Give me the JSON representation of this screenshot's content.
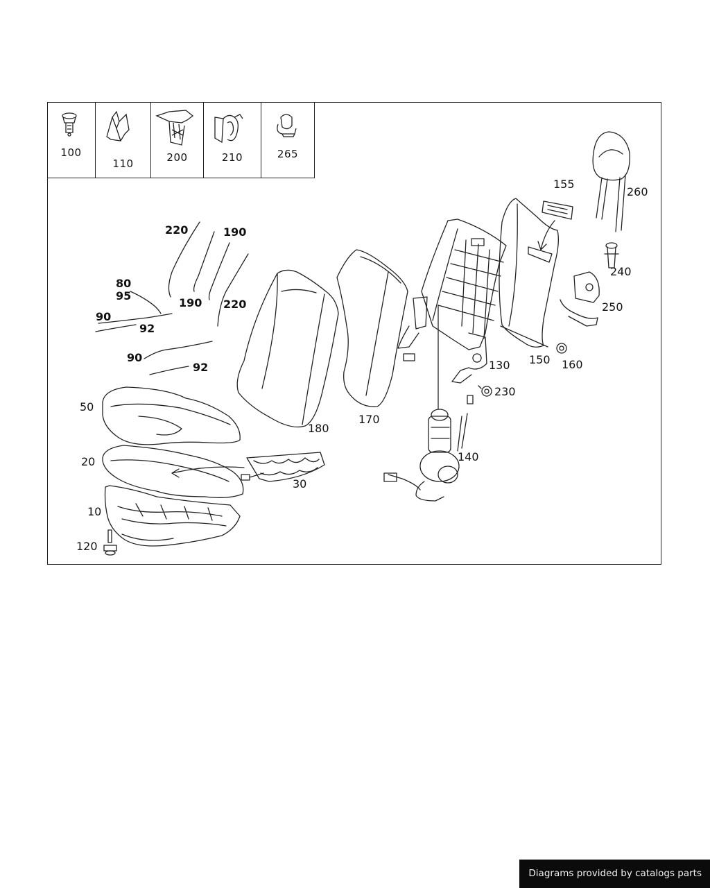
{
  "insets": [
    {
      "id": "100",
      "icon": "push-clip-icon"
    },
    {
      "id": "110",
      "icon": "spring-clip-icon"
    },
    {
      "id": "200",
      "icon": "wire-clip-icon"
    },
    {
      "id": "210",
      "icon": "u-clip-icon"
    },
    {
      "id": "265",
      "icon": "hose-clip-icon"
    }
  ],
  "callouts": {
    "c220a": "220",
    "c190a": "190",
    "c80": "80",
    "c95": "95",
    "c190b": "190",
    "c220b": "220",
    "c90a": "90",
    "c92a": "92",
    "c90b": "90",
    "c92b": "92",
    "c50": "50",
    "c20": "20",
    "c10": "10",
    "c120": "120",
    "c30": "30",
    "c180": "180",
    "c170": "170",
    "c130": "130",
    "c230": "230",
    "c140": "140",
    "c155": "155",
    "c150": "150",
    "c160": "160",
    "c260": "260",
    "c240": "240",
    "c250": "250"
  },
  "footer": {
    "credit": "Diagrams provided by catalogs parts"
  }
}
